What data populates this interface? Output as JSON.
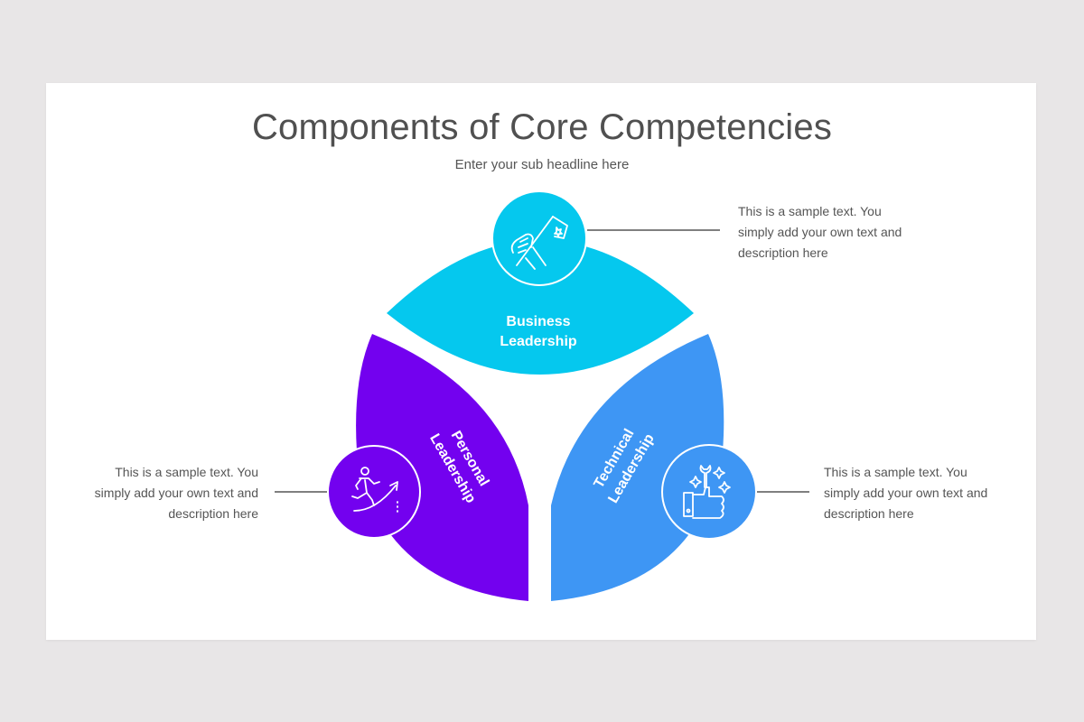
{
  "slide": {
    "title": "Components of Core Competencies",
    "subtitle": "Enter your sub headline here"
  },
  "colors": {
    "background": "#e8e6e7",
    "card": "#ffffff",
    "business": "#05c8ee",
    "personal": "#7301ef",
    "technical": "#3e96f4",
    "connector": "#555555",
    "text": "#555555"
  },
  "segments": [
    {
      "id": "business",
      "label_line1": "Business",
      "label_line2": "Leadership",
      "icon": "hand-holding-flag-icon",
      "description": "This is a sample text. You simply add your own text and description here",
      "description_lines": [
        "This is a sample text. You",
        "simply add your own text and",
        "description here"
      ]
    },
    {
      "id": "personal",
      "label_line1": "Personal",
      "label_line2": "Leadership",
      "icon": "running-person-arrow-icon",
      "description": "This is a sample text. You simply add your own text and description here",
      "description_lines": [
        "This is a sample text. You",
        "simply add your own text and",
        "description here"
      ]
    },
    {
      "id": "technical",
      "label_line1": "Technical",
      "label_line2": "Leadership",
      "icon": "thumbs-up-wrench-icon",
      "description": "This is a sample text. You simply add your own text and description here",
      "description_lines": [
        "This is a sample text. You",
        "simply add your own text and",
        "description here"
      ]
    }
  ]
}
